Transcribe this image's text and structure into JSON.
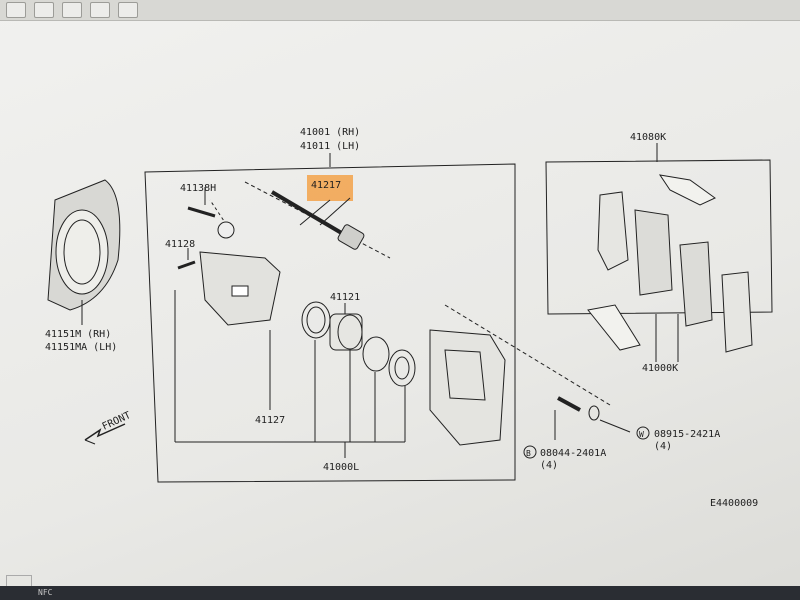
{
  "diagram": {
    "labels": {
      "assy_main": "41001 (RH)",
      "assy_sub": "41011 (LH)",
      "pad_kit": "41080K",
      "pin_bolt": "41138H",
      "pin_boot": "41217",
      "bleeder": "41128",
      "piston_seal": "41121",
      "cylinder_body": "41127",
      "caliper_kit": "41000L",
      "pad_set": "41000K",
      "baffle_rh": "41151M  (RH)",
      "baffle_lh": "41151MA (LH)",
      "front": "FRONT",
      "bolt_code": "08044-2401A",
      "bolt_prefix": "B",
      "bolt_qty": "(4)",
      "washer_code": "08915-2421A",
      "washer_prefix": "W",
      "washer_qty": "(4)",
      "figure_id": "E4400009"
    },
    "highlight_color": "#f3a24a"
  },
  "taskbar": {
    "text": "NFC"
  }
}
